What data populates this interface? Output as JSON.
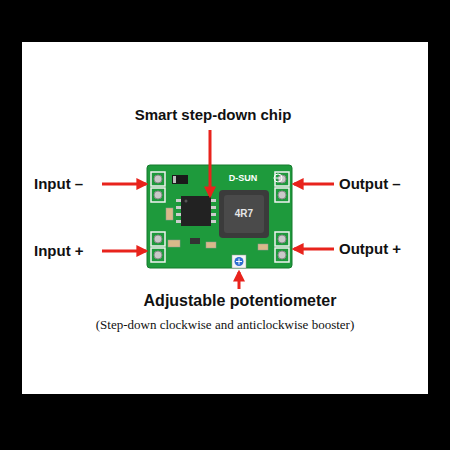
{
  "diagram": {
    "labels": [
      "Smart step-down chip",
      "Input –",
      "Output –",
      "D-SUN",
      "4R7",
      "Input +",
      "Output +",
      "Adjustable potentiometer",
      "(Step-down clockwise and anticlockwise booster)"
    ]
  }
}
